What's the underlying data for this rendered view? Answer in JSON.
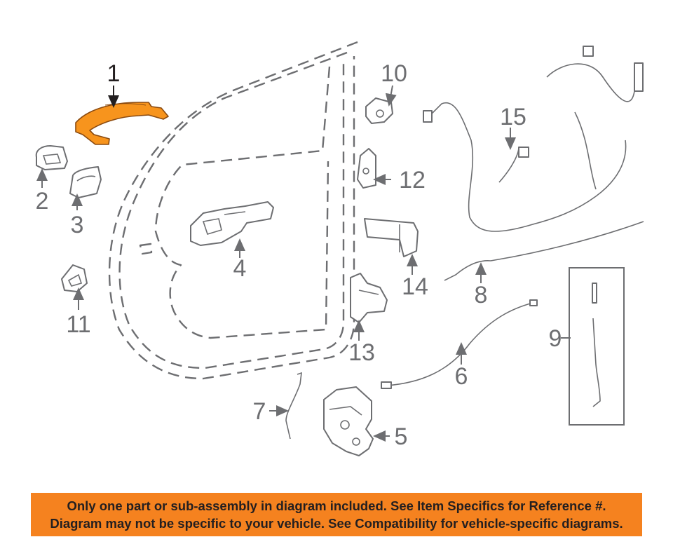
{
  "callouts": [
    "1",
    "2",
    "3",
    "4",
    "5",
    "6",
    "7",
    "8",
    "9",
    "10",
    "11",
    "12",
    "13",
    "14",
    "15"
  ],
  "colors": {
    "highlight_part": "#f7941d",
    "line_art": "#6d6e71",
    "notice_background": "#f5821f",
    "notice_text": "#231f20"
  },
  "notice": {
    "line1": "Only one part or sub-assembly in diagram included. See Item Specifics for Reference #.",
    "line2": "Diagram may not be specific to your vehicle. See Compatibility for vehicle-specific diagrams."
  }
}
